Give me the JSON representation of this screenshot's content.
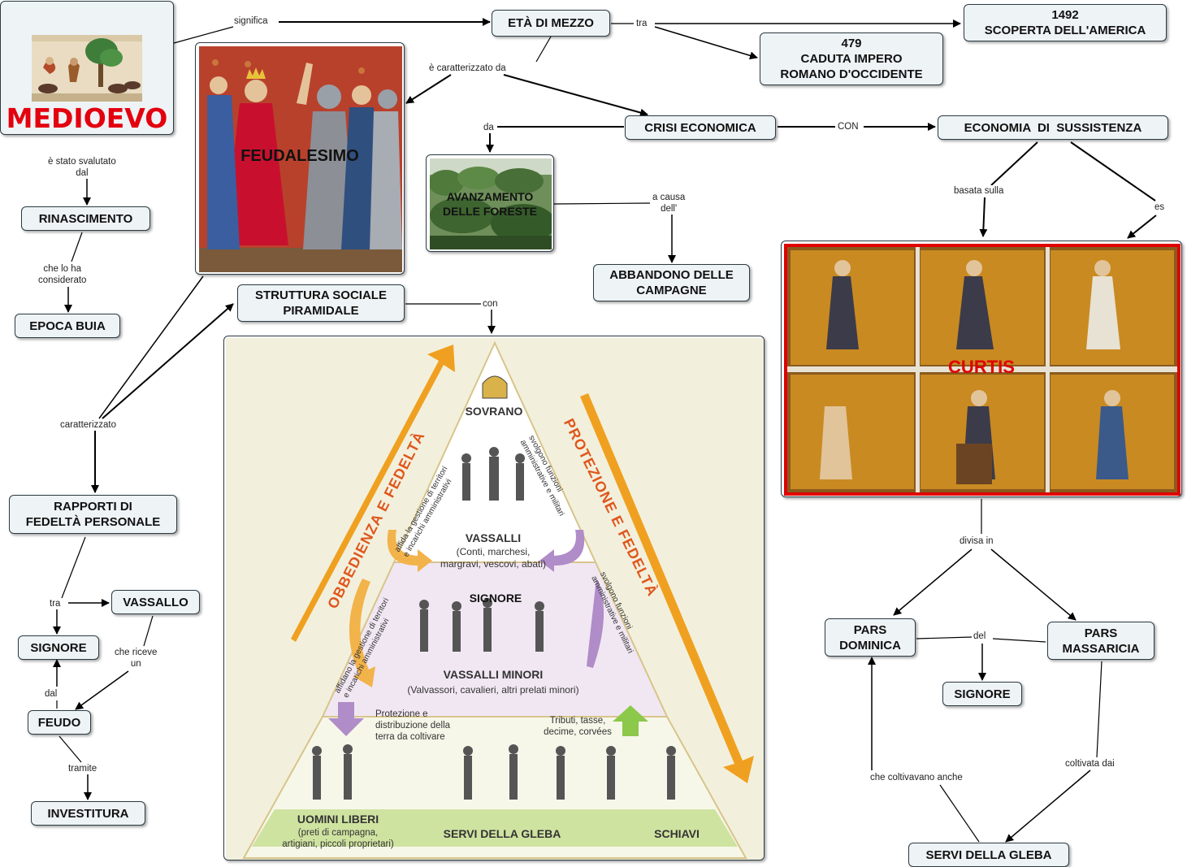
{
  "title": "MEDIOEVO",
  "nodes": {
    "eta_di_mezzo": "ETÀ DI MEZZO",
    "scoperta_year": "1492",
    "scoperta": "SCOPERTA DELL'AMERICA",
    "caduta_year": "479",
    "caduta_line1": "CADUTA IMPERO",
    "caduta_line2": "ROMANO D'OCCIDENTE",
    "feudalesimo": "FEUDALESIMO",
    "crisi": "CRISI ECONOMICA",
    "economia": "ECONOMIA  DI  SUSSISTENZA",
    "avanzamento_line1": "AVANZAMENTO",
    "avanzamento_line2": "DELLE FORESTE",
    "abbandono_line1": "ABBANDONO DELLE",
    "abbandono_line2": "CAMPAGNE",
    "rinascimento": "RINASCIMENTO",
    "epoca_buia": "EPOCA BUIA",
    "struttura_line1": "STRUTTURA SOCIALE",
    "struttura_line2": "PIRAMIDALE",
    "rapporti_line1": "RAPPORTI DI",
    "rapporti_line2": "FEDELTÀ PERSONALE",
    "vassallo": "VASSALLO",
    "signore_left": "SIGNORE",
    "feudo": "FEUDO",
    "investitura": "INVESTITURA",
    "curtis": "CURTIS",
    "pars_dominica_line1": "PARS",
    "pars_dominica_line2": "DOMINICA",
    "pars_massaricia_line1": "PARS",
    "pars_massaricia_line2": "MASSARICIA",
    "signore_right": "SIGNORE",
    "servi": "SERVI DELLA GLEBA"
  },
  "links": {
    "significa": "significa",
    "tra_top": "tra",
    "caratterizzato_da": "è caratterizzato da",
    "da": "da",
    "con_upper": "CON",
    "a_causa_line1": "a causa",
    "a_causa_line2": "dell'",
    "stato_svalutato_line1": "è stato svalutato",
    "stato_svalutato_line2": "dal",
    "lo_ha_line1": "che lo ha",
    "lo_ha_line2": "considerato",
    "con_lower": "con",
    "caratterizzato": "caratterizzato",
    "tra_left": "tra",
    "che_riceve_line1": "che riceve",
    "che_riceve_line2": "un",
    "dal": "dal",
    "tramite": "tramite",
    "basata_sulla": "basata sulla",
    "es": "es",
    "divisa_in": "divisa in",
    "del": "del",
    "coltivavano": "che coltivavano anche",
    "coltivata": "coltivata dai"
  },
  "pyramid": {
    "arrow_left": "OBBEDIENZA E FEDELTÀ",
    "arrow_right": "PROTEZIONE E FEDELTÀ",
    "sovrano": "SOVRANO",
    "vassalli": "VASSALLI",
    "vassalli_sub_line1": "(Conti, marchesi,",
    "vassalli_sub_line2": "margravi, vescovi, abati)",
    "signore": "SIGNORE",
    "vassalli_minori": "VASSALLI MINORI",
    "vassalli_minori_sub": "(Valvassori, cavalieri, altri prelati minori)",
    "affida_line1": "affida la gestione di territori",
    "affida_line2": "e incarichi amministrativi",
    "svolgono1_line1": "svolgono funzioni",
    "svolgono1_line2": "amministrative e militari",
    "affidano_line1": "affidano la gestione di territori",
    "affidano_line2": "e incarichi amministrativi",
    "svolgono2_line1": "svolgono funzioni",
    "svolgono2_line2": "amministrative e militari",
    "protezione_line1": "Protezione e",
    "protezione_line2": "distribuzione della",
    "protezione_line3": "terra da coltivare",
    "tributi_line1": "Tributi, tasse,",
    "tributi_line2": "decime, corvées",
    "uomini_liberi": "UOMINI LIBERI",
    "uomini_sub_line1": "(preti di campagna,",
    "uomini_sub_line2": "artigiani, piccoli proprietari)",
    "servi_gleba": "SERVI DELLA GLEBA",
    "schiavi": "SCHIAVI"
  },
  "colors": {
    "title_red": "#e3000f",
    "node_fill": "#eef3f5",
    "curtis_border": "#e00000",
    "arrow_orange": "#f0a020",
    "arrow_purple": "#b08cc8",
    "arrow_green": "#8cc84a"
  }
}
